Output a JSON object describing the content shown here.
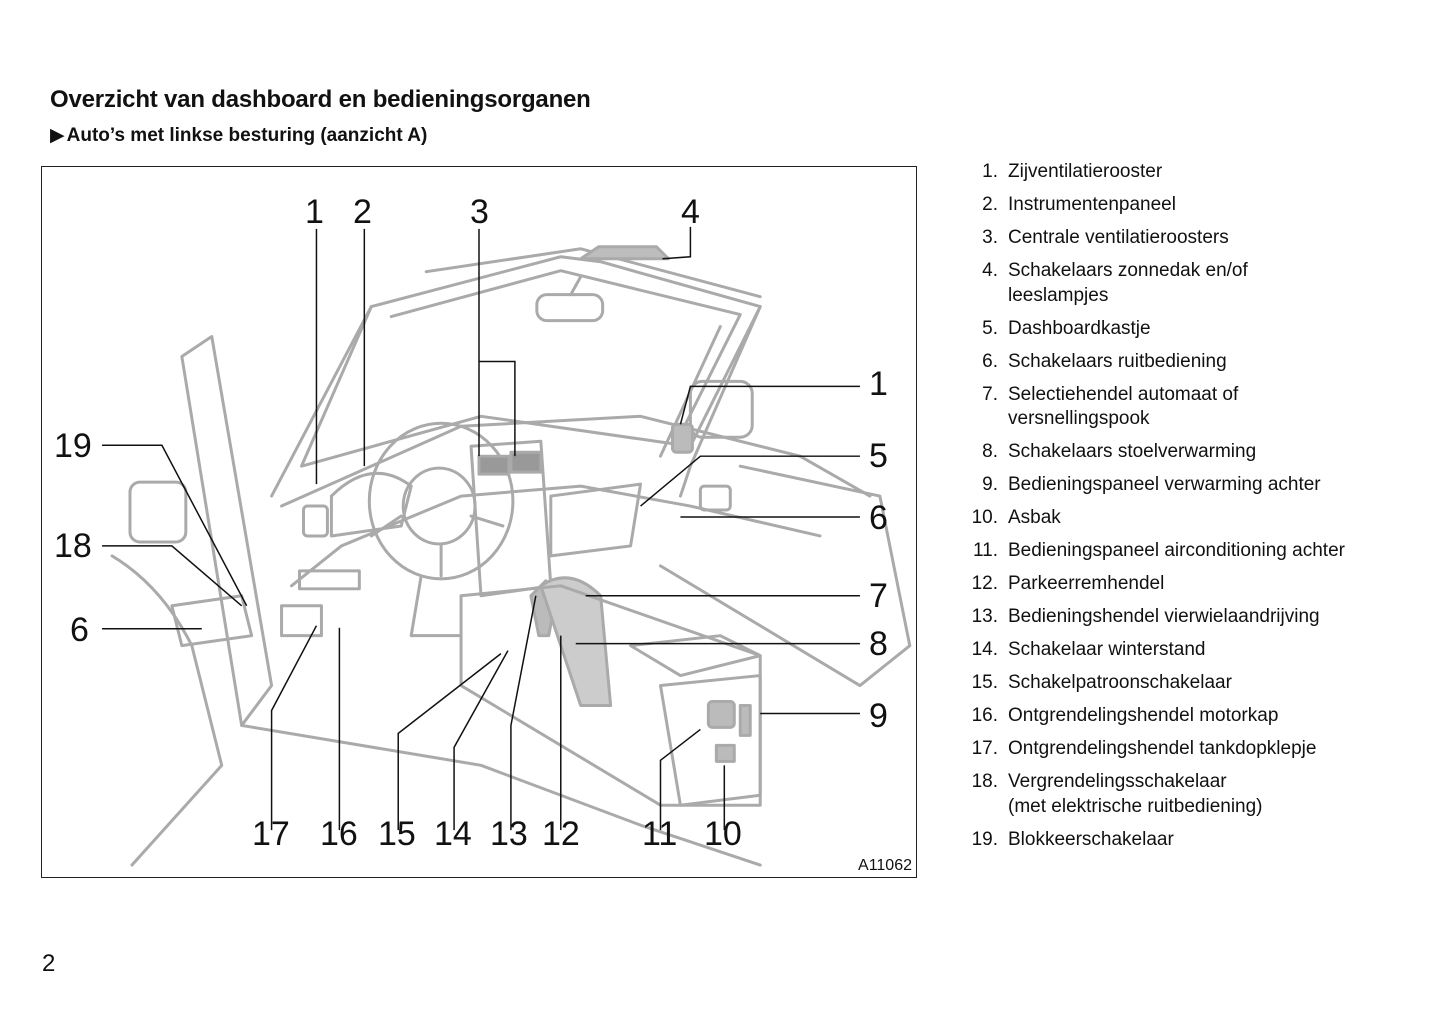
{
  "header": {
    "title": "Overzicht van dashboard en bedieningsorganen",
    "subtitle_marker": "▶",
    "subtitle": "Auto’s met linkse besturing (aanzicht A)"
  },
  "figure": {
    "code": "A11062",
    "callouts": [
      "1",
      "2",
      "3",
      "4",
      "1",
      "5",
      "6",
      "7",
      "8",
      "9",
      "19",
      "18",
      "6",
      "17",
      "16",
      "15",
      "14",
      "13",
      "12",
      "11",
      "10"
    ]
  },
  "legend": [
    {
      "num": "1.",
      "text": "Zijventilatierooster"
    },
    {
      "num": "2.",
      "text": "Instrumentenpaneel"
    },
    {
      "num": "3.",
      "text": "Centrale ventilatieroosters"
    },
    {
      "num": "4.",
      "text": "Schakelaars zonnedak en/of",
      "text2": "leeslampjes"
    },
    {
      "num": "5.",
      "text": "Dashboardkastje"
    },
    {
      "num": "6.",
      "text": "Schakelaars ruitbediening"
    },
    {
      "num": "7.",
      "text": "Selectiehendel automaat of",
      "text2": "versnellingspook"
    },
    {
      "num": "8.",
      "text": "Schakelaars stoelverwarming"
    },
    {
      "num": "9.",
      "text": "Bedieningspaneel verwarming achter"
    },
    {
      "num": "10.",
      "text": "Asbak"
    },
    {
      "num": "11.",
      "text": "Bedieningspaneel airconditioning achter"
    },
    {
      "num": "12.",
      "text": "Parkeerremhendel"
    },
    {
      "num": "13.",
      "text": "Bedieningshendel vierwielaandrijving"
    },
    {
      "num": "14.",
      "text": "Schakelaar winterstand"
    },
    {
      "num": "15.",
      "text": "Schakelpatroonschakelaar"
    },
    {
      "num": "16.",
      "text": "Ontgrendelingshendel motorkap"
    },
    {
      "num": "17.",
      "text": "Ontgrendelingshendel tankdopklepje"
    },
    {
      "num": "18.",
      "text": "Vergrendelingsschakelaar",
      "text2": "(met elektrische ruitbediening)"
    },
    {
      "num": "19.",
      "text": "Blokkeerschakelaar"
    }
  ],
  "page_number": "2"
}
